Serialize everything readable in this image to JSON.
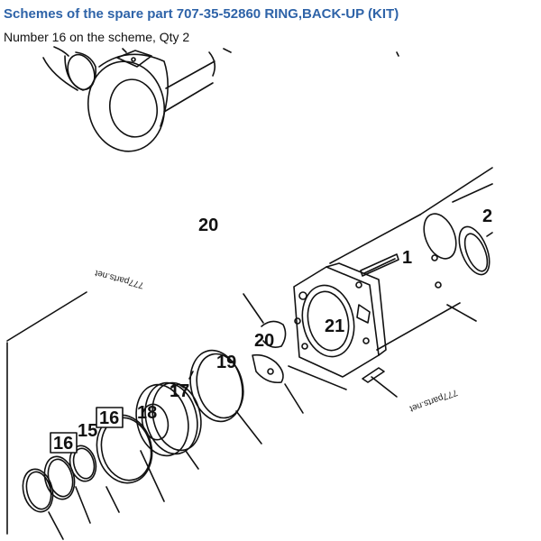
{
  "header": {
    "title": "Schemes of the spare part 707-35-52860 RING,BACK-UP (KIT)",
    "subtitle": "Number 16 on the scheme, Qty 2"
  },
  "scheme": {
    "watermark": "777parts.net",
    "highlight_color": "#111111",
    "labels": {
      "l1": "1",
      "l2": "2",
      "l15": "15",
      "l16a": "16",
      "l16b": "16",
      "l17": "17",
      "l18": "18",
      "l19": "19",
      "l20a": "20",
      "l20b": "20",
      "l21": "21"
    }
  }
}
